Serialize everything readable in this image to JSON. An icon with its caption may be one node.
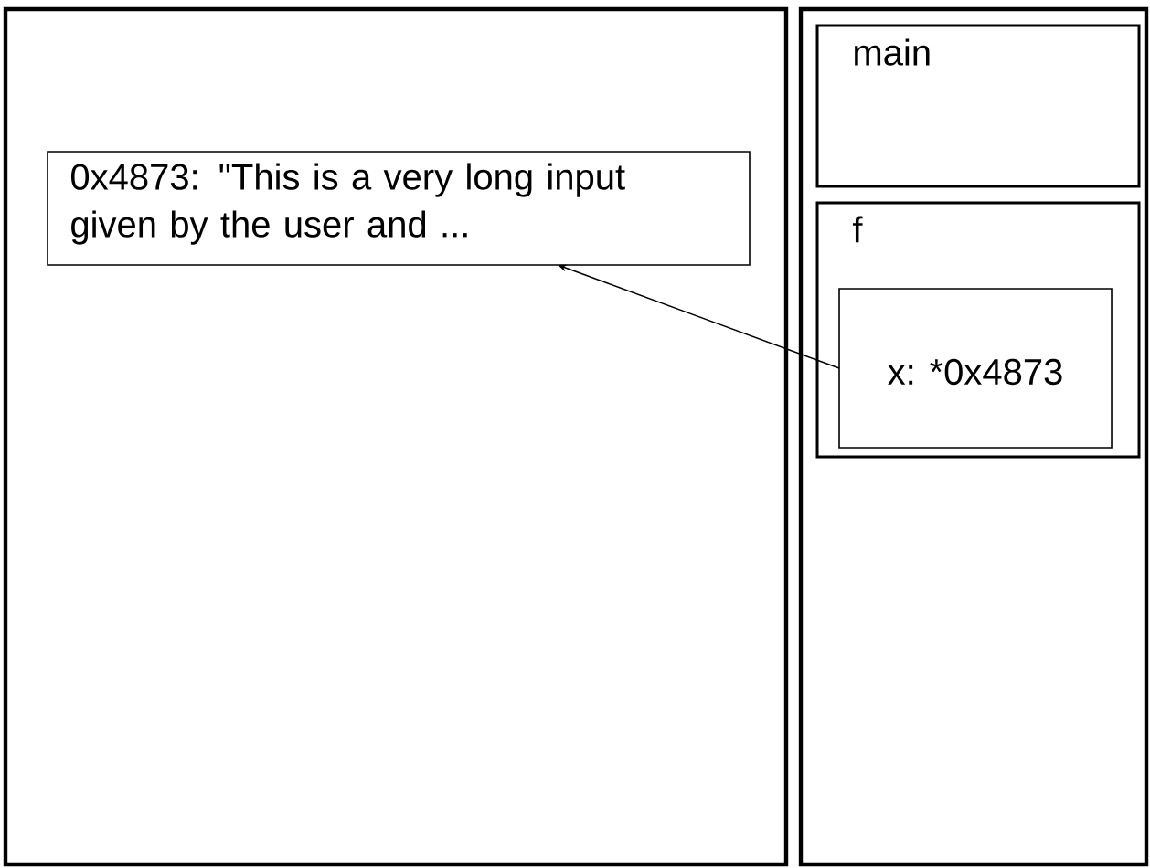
{
  "diagram": {
    "nodes": [
      {
        "text": [],
        "shape": "box"
      },
      {
        "text": [
          "0x4873: \"This is a very long input given by the user and ..."
        ],
        "in": 0
      },
      {
        "text": [],
        "shape": "box"
      },
      {
        "text": [
          "main"
        ],
        "in": 2
      },
      {
        "text": [
          "f"
        ],
        "in": 2
      },
      {
        "text": [
          "x: *0x4873"
        ],
        "in": 4
      }
    ],
    "edges": [
      {
        "from": 5,
        "to": 1,
        "arrow": "to"
      }
    ]
  }
}
